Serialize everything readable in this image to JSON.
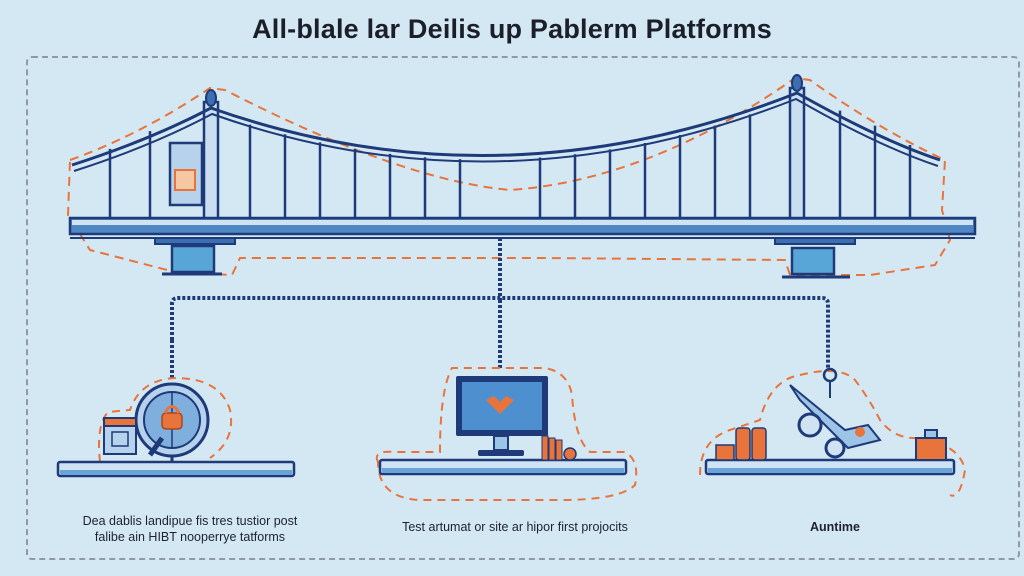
{
  "title": "All-blale lar Deilis up Pablerm Platforms",
  "colors": {
    "background": "#d4e8f4",
    "line": "#1e3a78",
    "steel": "#3b6fb2",
    "steel_light": "#9cc4e6",
    "accent": "#e8743b",
    "frame": "#8f9aa6"
  },
  "diagram": {
    "top_element": {
      "name": "Suspension bridge",
      "icon": "bridge-icon"
    },
    "connector": {
      "type": "chain",
      "branches": 3
    },
    "platforms": [
      {
        "id": "left",
        "icon": "clock-lock-icon",
        "caption_lines": [
          "Dea dablis landipue fis tres tustior post",
          "falibe ain HIBT nooperrye tatforms"
        ]
      },
      {
        "id": "middle",
        "icon": "monitor-icon",
        "caption_lines": [
          "Test artumat or site ar hipor first projocits"
        ]
      },
      {
        "id": "right",
        "icon": "robot-arm-icon",
        "caption_lines": [
          "Auntime"
        ]
      }
    ]
  }
}
